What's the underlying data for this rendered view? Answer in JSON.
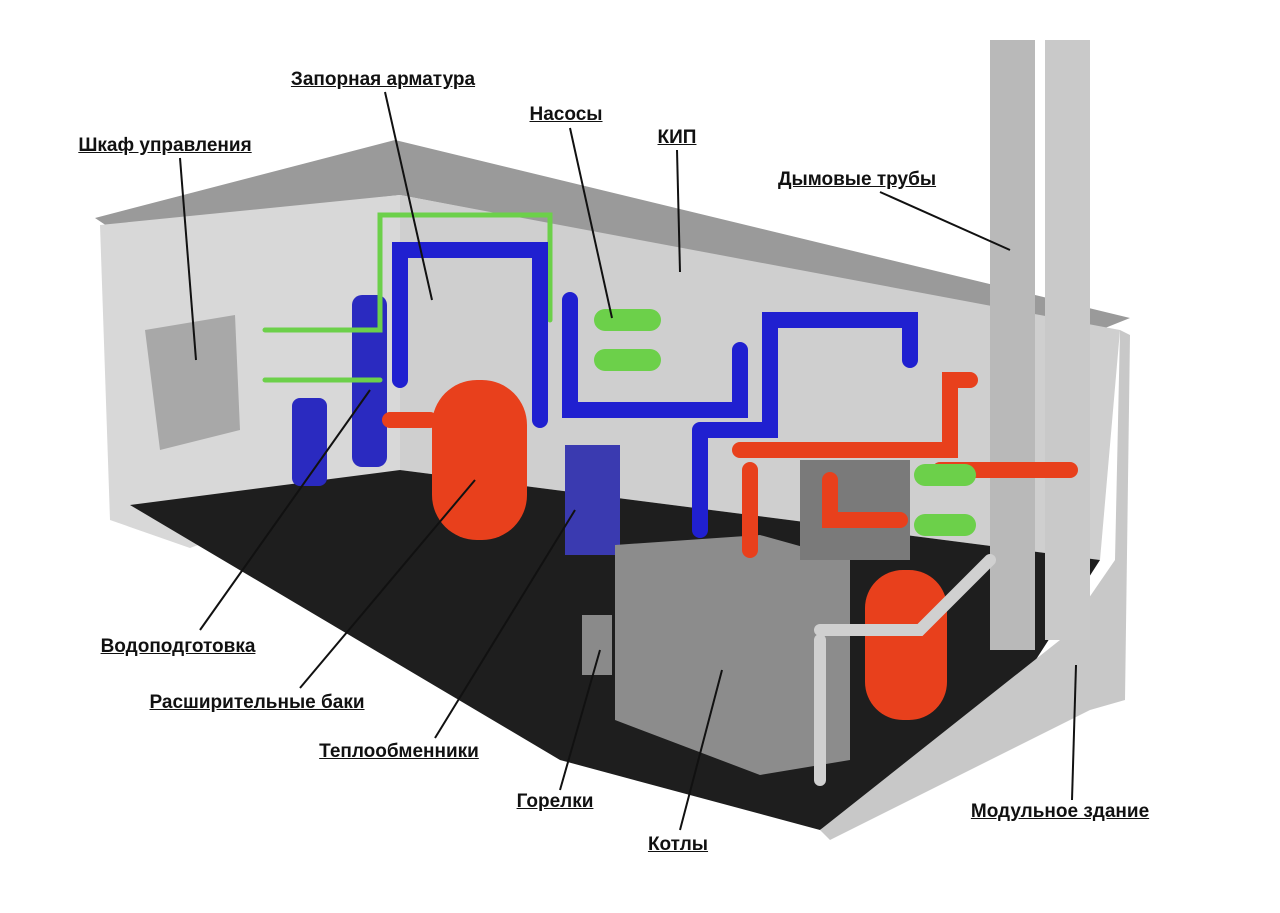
{
  "labels": {
    "shut_off_valves": "Запорная арматура",
    "pumps": "Насосы",
    "instrumentation": "КИП",
    "control_cabinet": "Шкаф управления",
    "chimneys": "Дымовые трубы",
    "water_treatment": "Водоподготовка",
    "expansion_tanks": "Расширительные баки",
    "heat_exchangers": "Теплообменники",
    "burners": "Горелки",
    "boilers": "Котлы",
    "modular_building": "Модульное здание"
  },
  "colors": {
    "hot_pipe": "#e8401c",
    "cold_pipe": "#2020d0",
    "green_pipe": "#6cd04a",
    "floor": "#1e1e1e",
    "wall": "#d4d4d4"
  }
}
